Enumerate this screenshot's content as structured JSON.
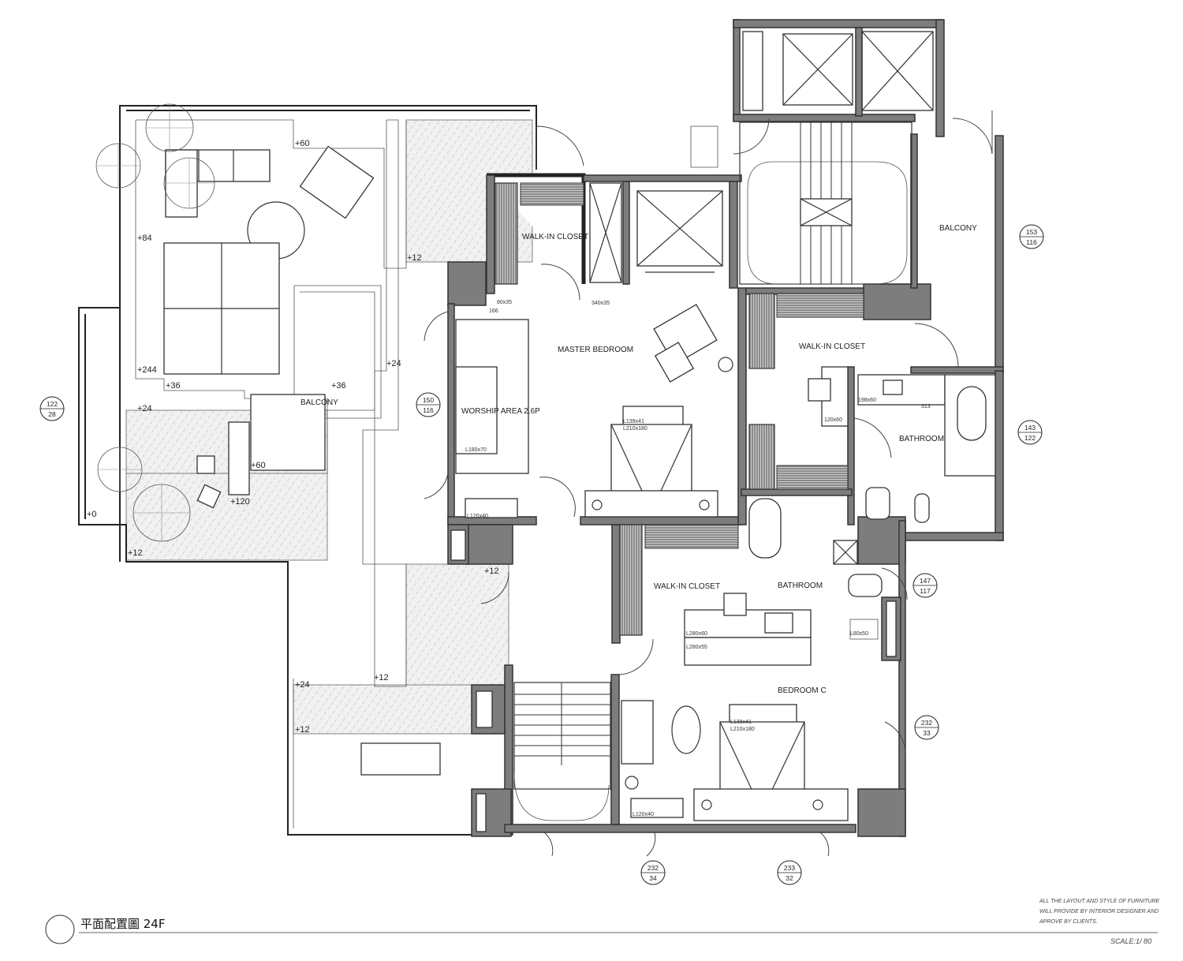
{
  "drawing": {
    "title": "平面配置圖 24F",
    "notes": [
      "ALL THE LAYOUT AND STYLE OF FURNITURE",
      "WILL PROVIDE BY INTERIOR DESIGNER AND",
      "APROVE BY CLIENTS."
    ],
    "scale": "SCALE:1/ 80"
  },
  "rooms": {
    "walk_in_closet_1": "WALK-IN CLOSET",
    "walk_in_closet_2": "WALK-IN CLOSET",
    "walk_in_closet_3": "WALK-IN CLOSET",
    "master_bedroom": "MASTER BEDROOM",
    "worship_area": "WORSHIP AREA 2.6P",
    "balcony_left": "BALCONY",
    "balcony_right": "BALCONY",
    "bathroom_1": "BATHROOM",
    "bathroom_2": "BATHROOM",
    "bedroom_c": "BEDROOM C"
  },
  "levels": [
    "+60",
    "+84",
    "+244",
    "+36",
    "+36",
    "+24",
    "+24",
    "+12",
    "+60",
    "+120",
    "+0",
    "+12",
    "+12",
    "+24",
    "+12",
    "+12"
  ],
  "furniture_dims": {
    "bed_master_1": "L139x41",
    "bed_master_2": "L210x180",
    "bed_c_1": "L139x41",
    "bed_c_2": "L210x180",
    "worship_table": "L180x70",
    "worship_cab": "L120x40",
    "closet_a": "80x35",
    "closet_b": "166",
    "closet_c": "340x35",
    "vanity_a": "198x60",
    "vanity_b": "313",
    "vanity_c": "120x60",
    "desk_a": "L280x60",
    "desk_b": "L280x55",
    "cab_d": "L120x40",
    "cab_e": "L80x50"
  },
  "elevation_tags": [
    {
      "top": "122",
      "bottom": "28"
    },
    {
      "top": "150",
      "bottom": "116"
    },
    {
      "top": "153",
      "bottom": "116"
    },
    {
      "top": "143",
      "bottom": "122"
    },
    {
      "top": "147",
      "bottom": "117"
    },
    {
      "top": "232",
      "bottom": "33"
    },
    {
      "top": "232",
      "bottom": "34"
    },
    {
      "top": "233",
      "bottom": "32"
    }
  ]
}
